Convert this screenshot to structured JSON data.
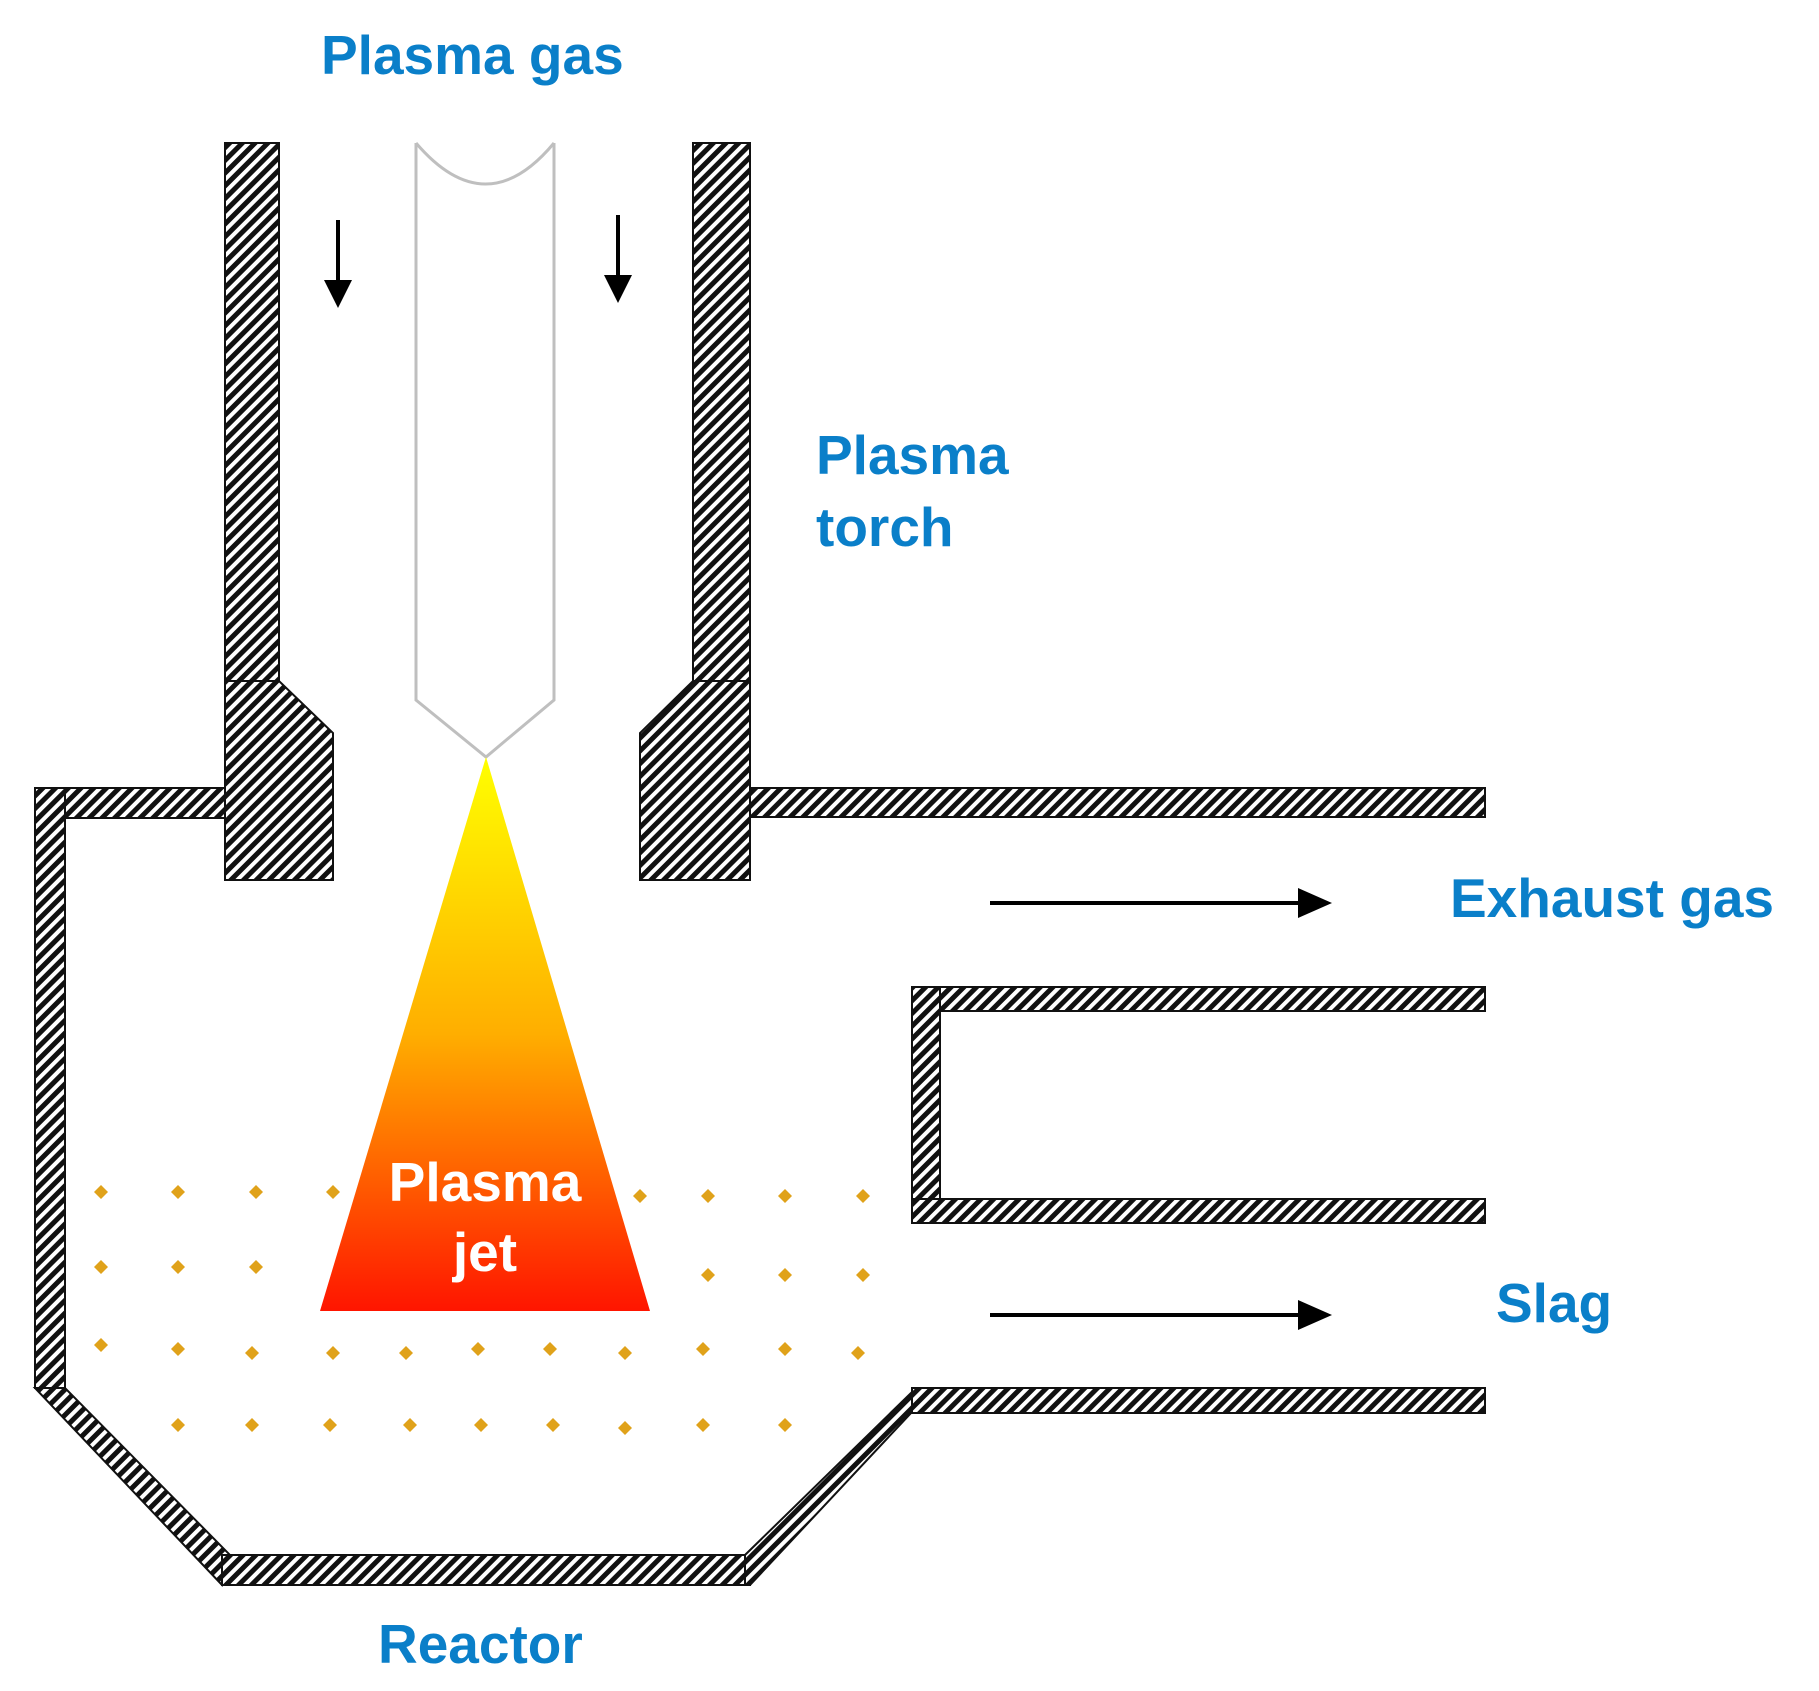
{
  "labels": {
    "plasma_gas": "Plasma gas",
    "plasma_torch_line1": "Plasma",
    "plasma_torch_line2": "torch",
    "exhaust_gas": "Exhaust gas",
    "slag": "Slag",
    "reactor": "Reactor",
    "plasma_jet_line1": "Plasma",
    "plasma_jet_line2": "jet"
  },
  "colors": {
    "label_blue": "#0a7fc9",
    "wall_hatch_dark": "#111111",
    "electrode_outline": "#bfbfbf",
    "jet_top": "#ffff00",
    "jet_mid": "#ffae00",
    "jet_bottom": "#ff1500",
    "particle": "#e0a21a",
    "arrow": "#000000"
  },
  "icons": {
    "flow_arrow": "arrow-right",
    "gas_arrow": "arrow-down",
    "particle": "diamond"
  }
}
